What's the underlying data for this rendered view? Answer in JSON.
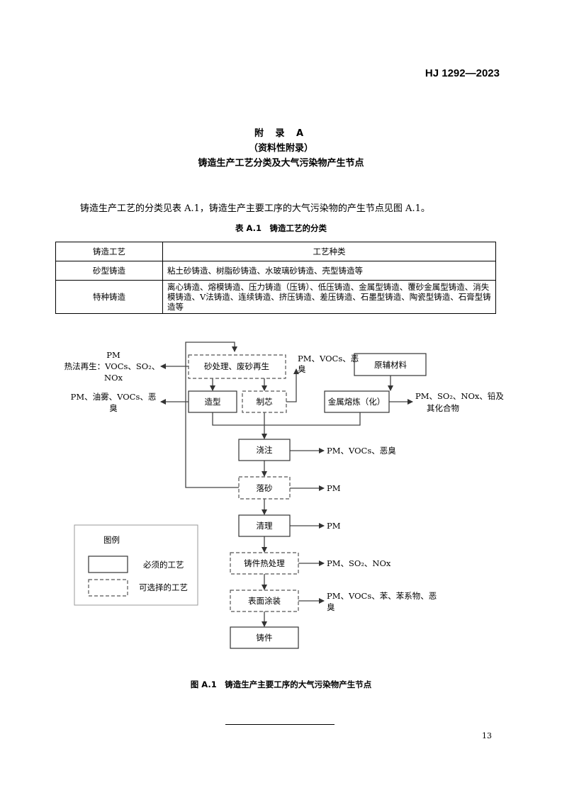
{
  "header": {
    "standard_code": "HJ 1292—2023"
  },
  "appendix": {
    "title": "附 录 A",
    "subtitle": "（资料性附录）",
    "heading": "铸造生产工艺分类及大气污染物产生节点"
  },
  "intro_text": "铸造生产工艺的分类见表 A.1，铸造生产主要工序的大气污染物的产生节点见图 A.1。",
  "table": {
    "caption": "表 A.1　铸造工艺的分类",
    "headers": [
      "铸造工艺",
      "工艺种类"
    ],
    "rows": [
      {
        "process": "砂型铸造",
        "types": "粘土砂铸造、树脂砂铸造、水玻璃砂铸造、壳型铸造等"
      },
      {
        "process": "特种铸造",
        "types": "离心铸造、熔模铸造、压力铸造（压铸）、低压铸造、金属型铸造、覆砂金属型铸造、消失模铸造、V法铸造、连续铸造、挤压铸造、差压铸造、石墨型铸造、陶瓷型铸造、石膏型铸造等"
      }
    ]
  },
  "flowchart": {
    "boxes": {
      "sand": "砂处理、废砂再生",
      "raw": "原辅材料",
      "molding": "造型",
      "coremaking": "制芯",
      "melting": "金属熔炼（化）",
      "pouring": "浇注",
      "shakeout": "落砂",
      "cleaning": "清理",
      "heat_treatment": "铸件热处理",
      "coating": "表面涂装",
      "casting": "铸件"
    },
    "emissions": {
      "sand_l1": "PM",
      "sand_l2": "热法再生：VOCs、SO₂、",
      "sand_l3": "NOx",
      "molding_l1": "PM、油雾、VOCs、恶",
      "molding_l2": "臭",
      "core_l1": "PM、VOCs、恶",
      "core_l2": "臭",
      "melting_l1": "PM、SO₂、NOx、铅及",
      "melting_l2": "其化合物",
      "pouring": "PM、VOCs、恶臭",
      "shakeout": "PM",
      "cleaning": "PM",
      "heat_treatment": "PM、SO₂、NOx",
      "coating_l1": "PM、VOCs、苯、苯系物、恶",
      "coating_l2": "臭"
    },
    "legend": {
      "title": "图例",
      "required": "必须的工艺",
      "optional": "可选择的工艺"
    }
  },
  "figure_caption": "图 A.1　铸造生产主要工序的大气污染物产生节点",
  "page_number": "13"
}
